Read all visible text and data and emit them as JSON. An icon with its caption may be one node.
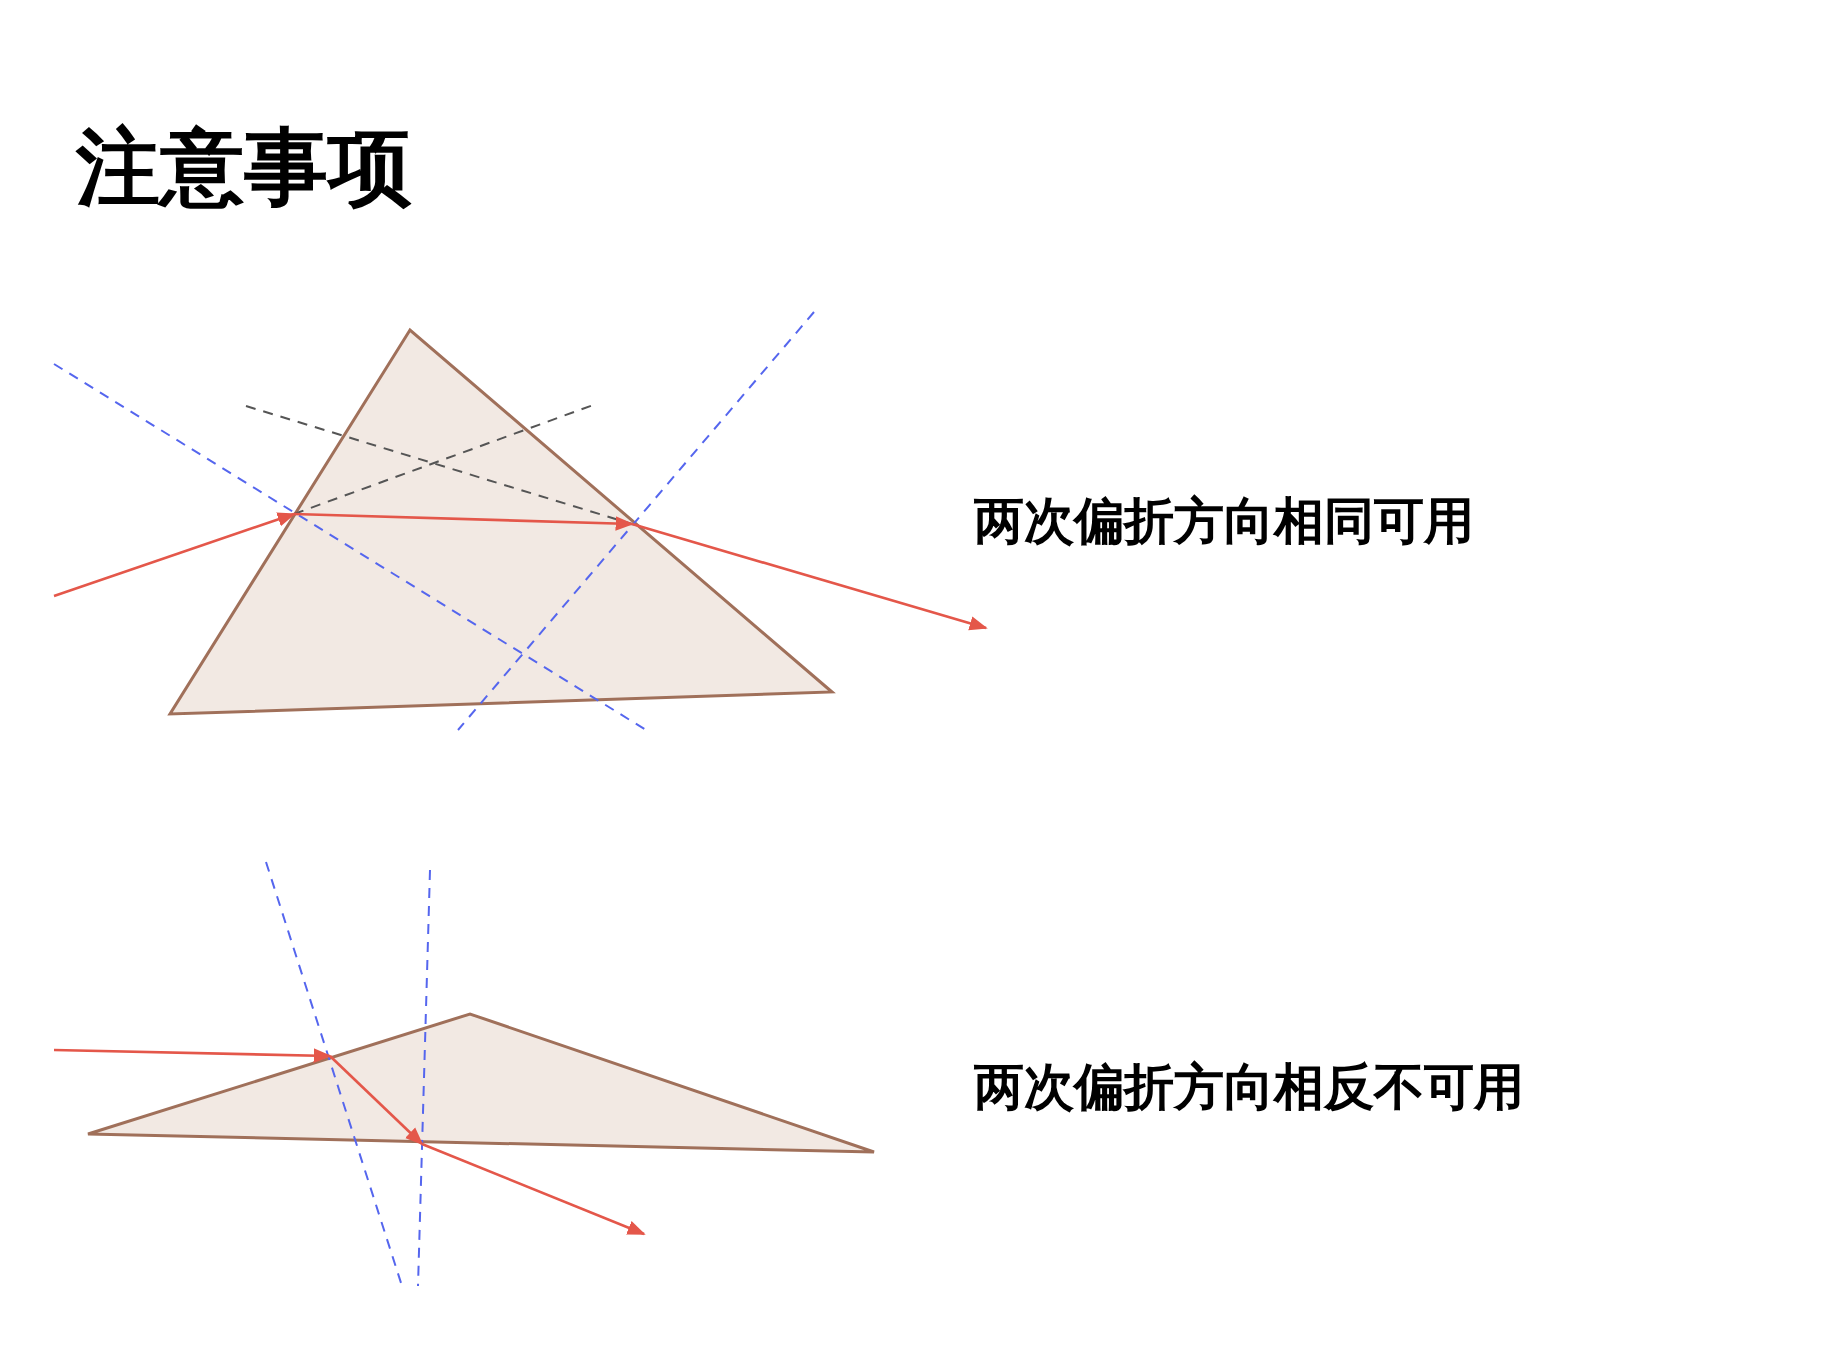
{
  "diagram": {
    "title": "注意事项",
    "labels": [
      "两次偏折方向相同可用",
      "两次偏折方向相反不可用"
    ]
  }
}
